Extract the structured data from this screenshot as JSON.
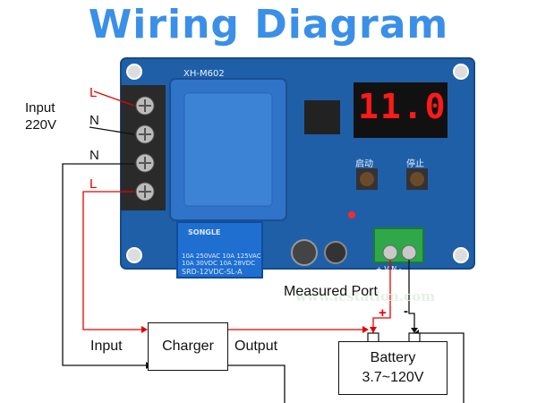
{
  "title": "Wiring Diagram",
  "board": {
    "model": "XH-M602",
    "display_value": "11.0",
    "btn_left": "启动",
    "btn_right": "停止",
    "relay_brand": "SONGLE",
    "relay_ratings": "10A 250VAC 10A 125VAC\n10A 30VDC 10A 28VDC",
    "relay_model": "SRD-12VDC-SL-A",
    "port_label": "+ V N -",
    "watermark": "www.icstation.com"
  },
  "labels": {
    "input_ac": "Input",
    "input_voltage": "220V",
    "L1": "L",
    "N1": "N",
    "N2": "N",
    "L2": "L",
    "measured_port": "Measured Port",
    "plus": "+",
    "minus": "-",
    "charger_input": "Input",
    "charger_output": "Output"
  },
  "charger": {
    "label": "Charger"
  },
  "battery": {
    "label": "Battery",
    "range": "3.7~120V"
  },
  "colors": {
    "title": "#3a8fe8",
    "wire_red": "#e60000",
    "wire_black": "#111111",
    "pcb": "#1f5fa8",
    "terminal_green": "#2fa84a"
  }
}
